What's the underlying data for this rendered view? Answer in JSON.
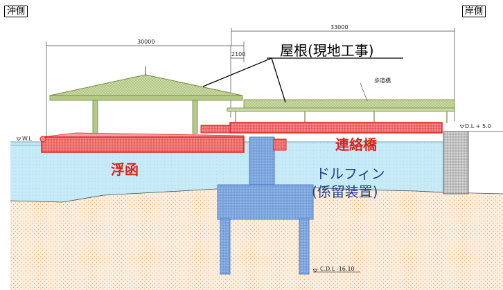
{
  "labels": {
    "offshore_side": "沖側",
    "shore_side": "岸側",
    "roof": "屋根(現地工事)",
    "pontoon": "浮函",
    "bridge": "連絡橋",
    "dolphin_line1": "ドルフィン",
    "dolphin_line2": "(係留装置)",
    "walkway": "歩道橋",
    "water_level": "W.L",
    "dl_level": "D.L + 5.0",
    "cdl_level": "C.D.L -16.10"
  },
  "dimensions": {
    "left_span": "30000",
    "right_span": "33000",
    "gap": "2100"
  },
  "colors": {
    "water": "#bfe6f4",
    "soil": "#f6e2c8",
    "roof": "#a9c07a",
    "pontoon": "#e8393a",
    "bridge": "#e0201c",
    "dolphin": "#5f8fcf",
    "labels_red": "#e0201c",
    "labels_blue": "#1f3d8c"
  }
}
